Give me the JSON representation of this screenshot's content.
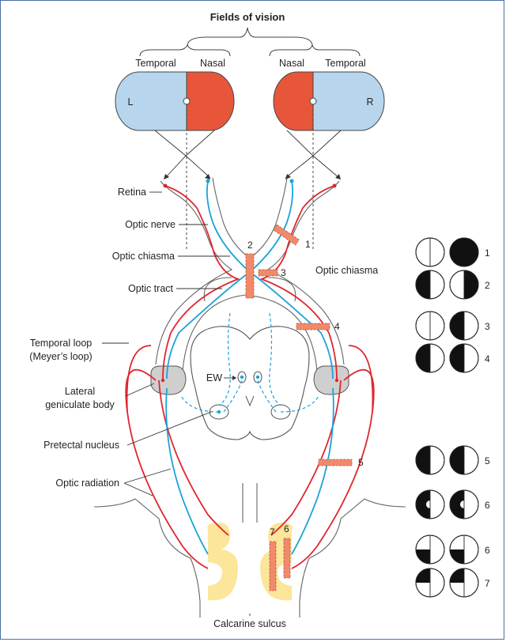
{
  "title": "Fields of vision",
  "field_labels": {
    "left_temporal": "Temporal",
    "left_nasal": "Nasal",
    "right_nasal": "Nasal",
    "right_temporal": "Temporal",
    "left_eye": "L",
    "right_eye": "R"
  },
  "labels": {
    "retina": "Retina",
    "optic_nerve": "Optic nerve",
    "optic_chiasma": "Optic chiasma",
    "optic_tract": "Optic tract",
    "temporal_loop_1": "Temporal loop",
    "temporal_loop_2": "(Meyer’s loop)",
    "lgb_1": "Lateral",
    "lgb_2": "geniculate body",
    "pretectal": "Pretectal nucleus",
    "optic_radiation": "Optic radiation",
    "calcarine": "Calcarine sulcus",
    "ew": "EW",
    "chiasma_right": "Optic chiasma"
  },
  "lesion_numbers": [
    "1",
    "2",
    "3",
    "4",
    "5",
    "6",
    "7"
  ],
  "defect_rows": [
    {
      "label": "1",
      "left": "none",
      "right": "full"
    },
    {
      "label": "2",
      "left": "left-half",
      "right": "right-half"
    },
    {
      "label": "3",
      "left": "none-divided",
      "right": "left-half"
    },
    {
      "label": "4",
      "left": "left-half",
      "right": "left-half"
    },
    {
      "label": "5",
      "left": "left-half",
      "right": "left-half"
    },
    {
      "label": "6",
      "left": "left-half-macular-sparing",
      "right": "left-half-macular-sparing"
    },
    {
      "label": "6",
      "left": "lower-left-quadrant",
      "right": "lower-left-quadrant"
    },
    {
      "label": "7",
      "left": "upper-left-quadrant",
      "right": "upper-left-quadrant"
    }
  ],
  "colors": {
    "temporal_field": "#b7d6ee",
    "nasal_field": "#e8563a",
    "red_path": "#e0262e",
    "blue_path": "#1aa3d9",
    "lesion": "#f08a6a",
    "cortex": "#fbe69a",
    "lgb": "#cfcfcf",
    "outline": "#555555"
  }
}
